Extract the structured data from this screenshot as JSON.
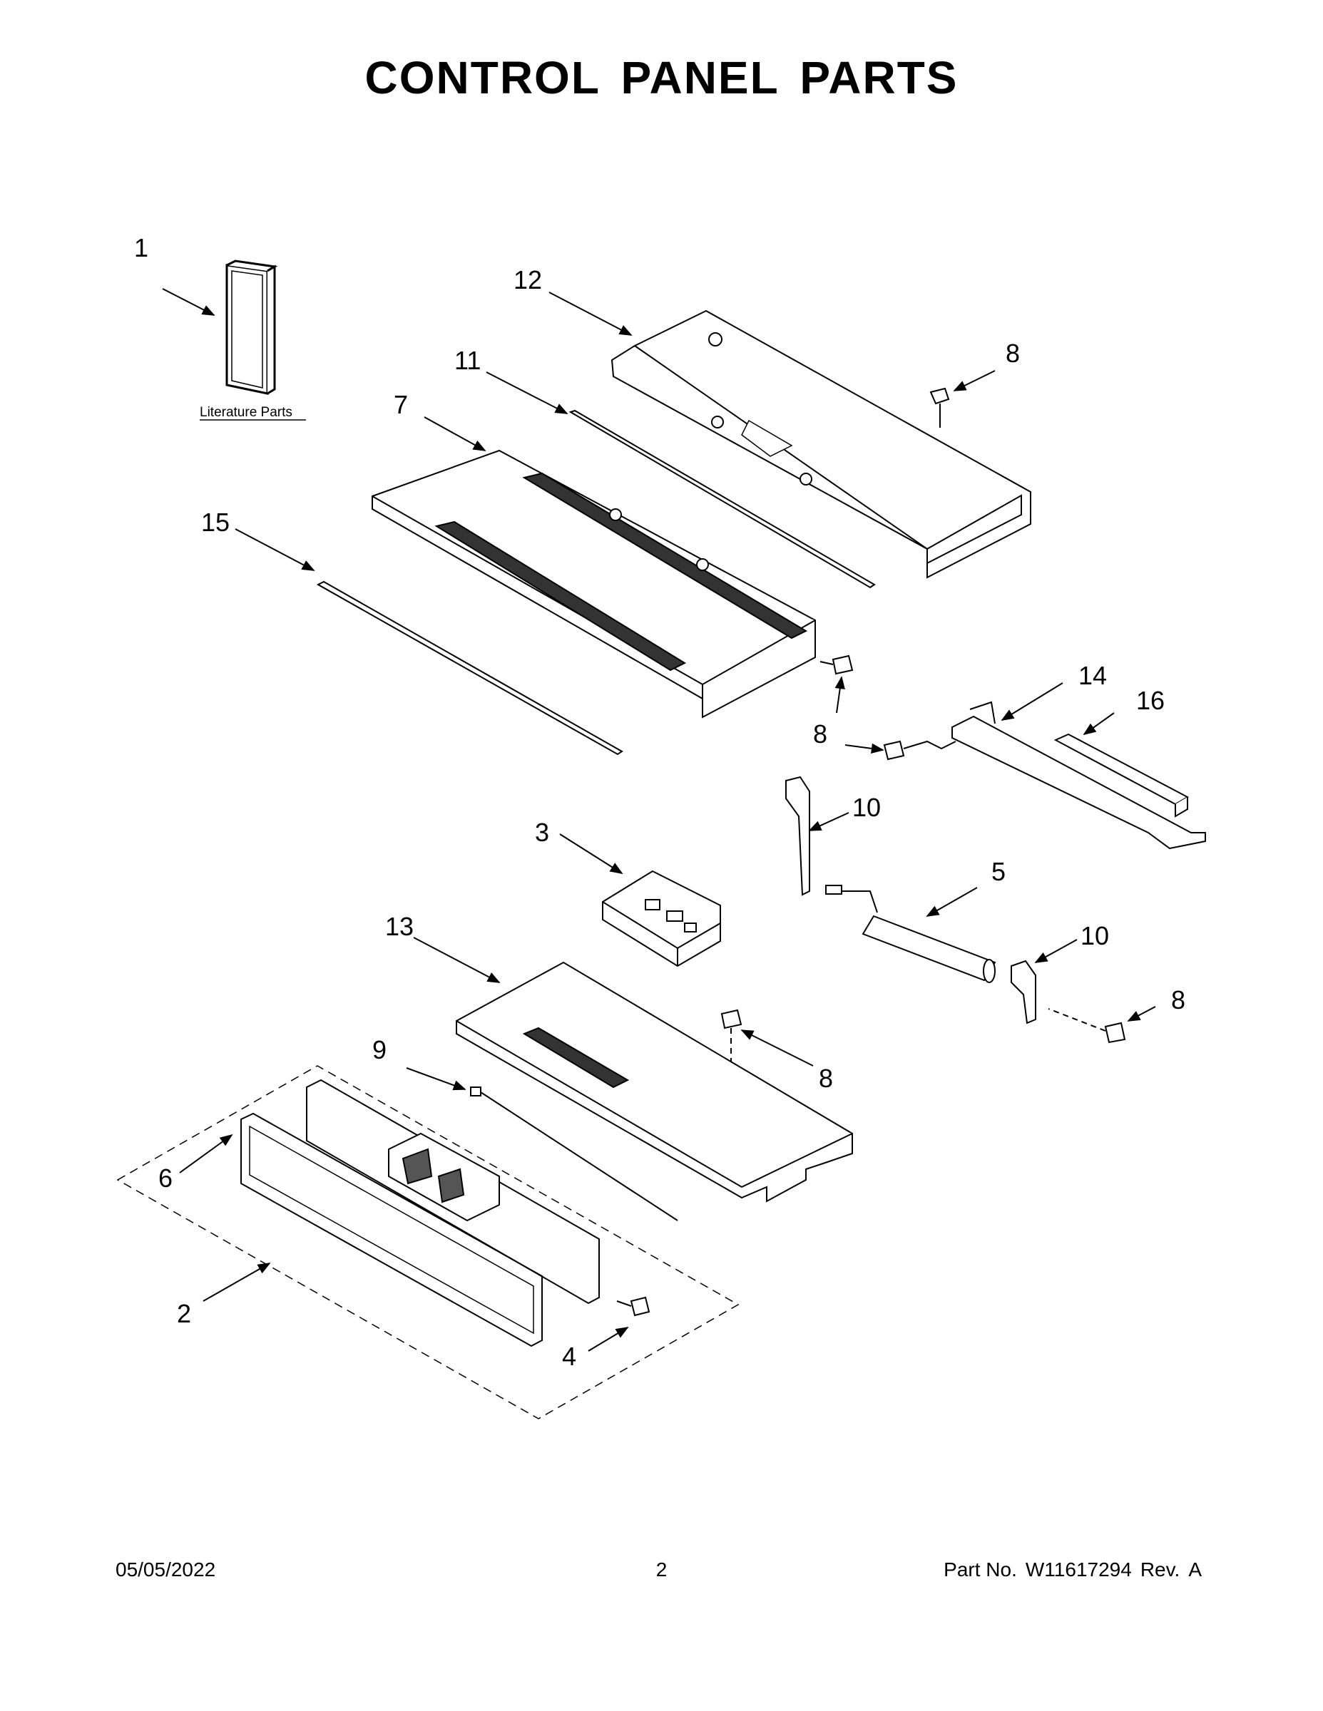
{
  "page": {
    "title": "CONTROL PANEL PARTS",
    "footer": {
      "date": "05/05/2022",
      "page_number": "2",
      "part_label": "Part No.",
      "part_number": "W11617294",
      "rev_label": "Rev.",
      "revision": "A"
    }
  },
  "diagram": {
    "literature_label": "Literature Parts",
    "callouts": {
      "c1": "1",
      "c12": "12",
      "c8a": "8",
      "c11": "11",
      "c7": "7",
      "c15": "15",
      "c8b": "8",
      "c14": "14",
      "c16": "16",
      "c10a": "10",
      "c3": "3",
      "c5": "5",
      "c13": "13",
      "c10b": "10",
      "c8c": "8",
      "c9": "9",
      "c8d": "8",
      "c6": "6",
      "c2": "2",
      "c4": "4"
    }
  }
}
